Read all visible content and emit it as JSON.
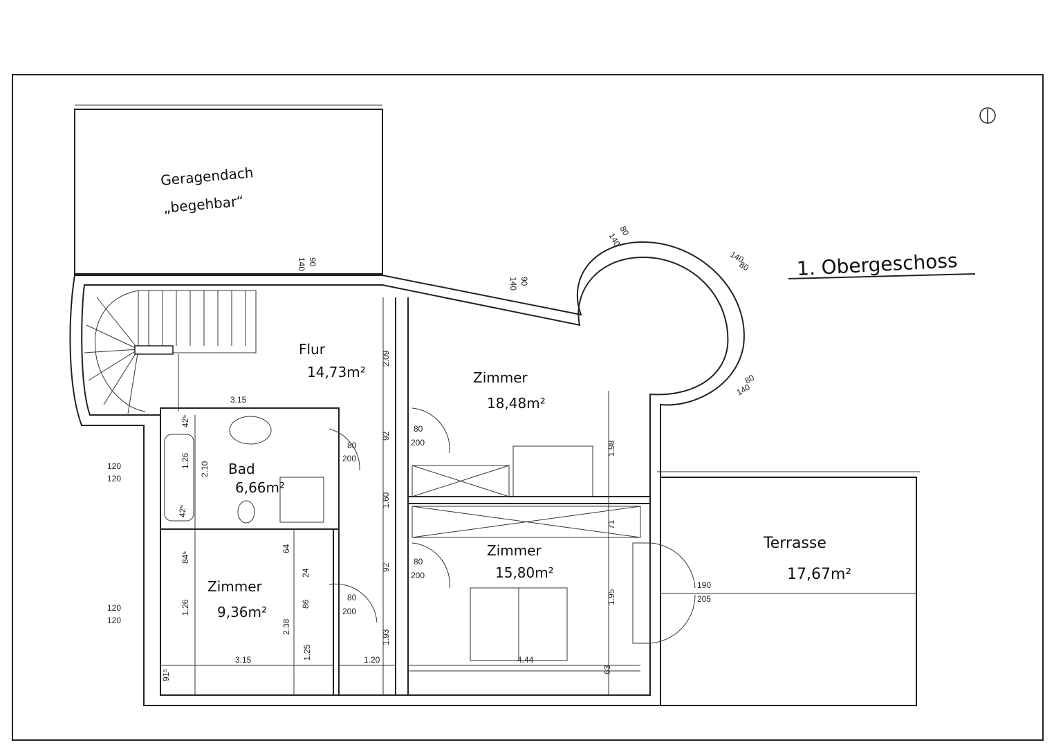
{
  "plan": {
    "title": "1. Obergeschoss",
    "north_mark": "↑",
    "garage_roof": {
      "line1": "Geragendach",
      "line2": "„begehbar“"
    },
    "rooms": [
      {
        "name": "Flur",
        "area": "14,73m²"
      },
      {
        "name": "Zimmer",
        "area": "18,48m²"
      },
      {
        "name": "Bad",
        "area": "6,66m²"
      },
      {
        "name": "Zimmer",
        "area": "15,80m²"
      },
      {
        "name": "Zimmer",
        "area": "9,36m²"
      },
      {
        "name": "Terrasse",
        "area": "17,67m²"
      }
    ],
    "dimensions": {
      "flur_width": "3.15",
      "bath_width": "3.15",
      "bath_height": "2.10",
      "tub_length": "1.26",
      "bath_door_w": "80",
      "bath_door_h": "200",
      "zimmer1_door_w": "80",
      "zimmer1_door_h": "200",
      "zimmer2_door_w": "80",
      "zimmer2_door_h": "200",
      "small_room_door_w": "80",
      "small_room_door_h": "200",
      "terrace_door_w": "190",
      "terrace_door_h": "205",
      "window_left_upper_a": "120",
      "window_left_upper_b": "120",
      "window_left_lower_a": "120",
      "window_left_lower_b": "120",
      "window_top_a": "140",
      "window_top_b": "90",
      "window_mid_a": "140",
      "window_mid_b": "90",
      "window_tower_a": "140",
      "window_tower_b": "80",
      "window_tower2_a": "140",
      "window_tower2_b": "80",
      "window_tower3_a": "80",
      "window_tower3_b": "140",
      "corridor_v1": "2.09",
      "corridor_v2": "92",
      "corridor_v3": "1.60",
      "corridor_v4": "92",
      "corridor_v5": "1.93",
      "room_right_v1": "1.98",
      "room_right_v2": "71",
      "room_right_v3": "1.95",
      "small_room_v1": "84⁵",
      "small_room_v2": "1.26",
      "small_room_v3": "91⁵",
      "small_room_w": "3.15",
      "small_room_h": "2.38",
      "shaft_a": "64",
      "shaft_b": "24",
      "shaft_c": "86",
      "bottom_a": "1.25",
      "bottom_b": "1.20",
      "bottom_c": "4.44",
      "bottom_d": "63",
      "tub_a": "42⁵",
      "tub_b": "42⁵"
    }
  }
}
